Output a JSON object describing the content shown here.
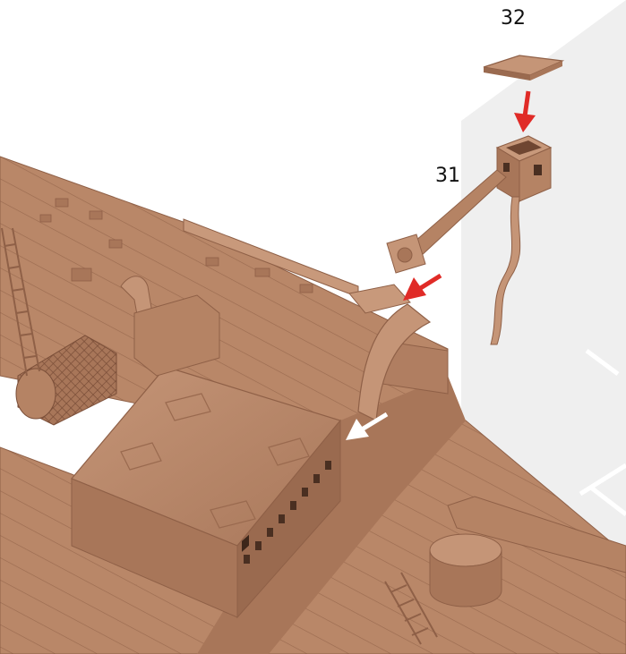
{
  "diagram": {
    "parts": [
      {
        "id": "part-31",
        "label": "31"
      },
      {
        "id": "part-32",
        "label": "32"
      }
    ],
    "steps": [
      {
        "from": "part-32",
        "to": "part-31",
        "arrow_color": "#e02b27"
      },
      {
        "from": "part-31",
        "to": "deck-mount",
        "arrow_color": "#e02b27"
      },
      {
        "from": "note",
        "to": "bulwark-curve",
        "arrow_color": "#ffffff"
      }
    ]
  },
  "colors": {
    "model": "#b98768",
    "model_light": "#cfa184",
    "model_dark": "#8f6047",
    "backdrop": "#efefef",
    "background": "#ffffff",
    "assembly_arrow": "#e02b27",
    "callout_arrow": "#ffffff"
  }
}
